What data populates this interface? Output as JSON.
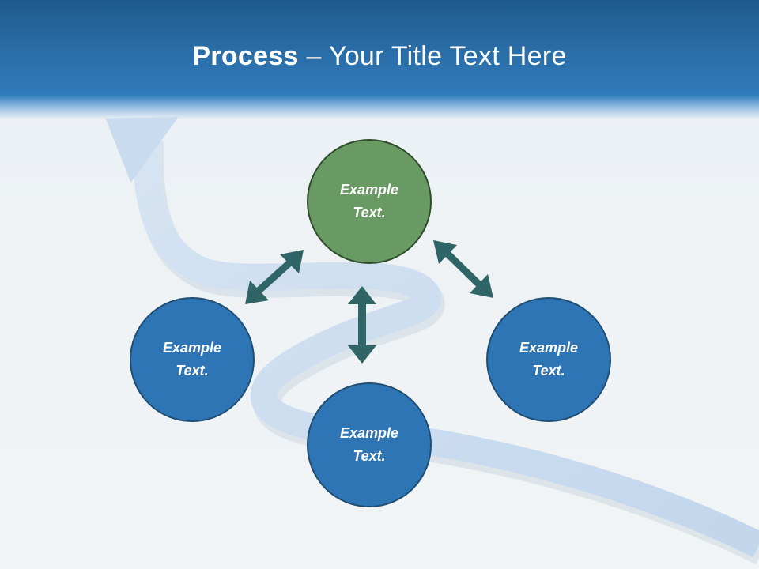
{
  "header": {
    "title_bold": "Process",
    "title_rest": " – Your Title Text Here"
  },
  "nodes": [
    {
      "id": "top",
      "label": "Example\nText.",
      "color": "#6a9a64"
    },
    {
      "id": "left",
      "label": "Example\nText.",
      "color": "#2e75b6"
    },
    {
      "id": "right",
      "label": "Example\nText.",
      "color": "#2e75b6"
    },
    {
      "id": "bottom",
      "label": "Example\nText.",
      "color": "#2e75b6"
    }
  ],
  "colors": {
    "header": "#2a6ea8",
    "arrow": "#2f6566",
    "path": "#c9dbef"
  },
  "icons": {
    "connector": "double-headed-arrow",
    "background": "curved-road-arrow"
  }
}
